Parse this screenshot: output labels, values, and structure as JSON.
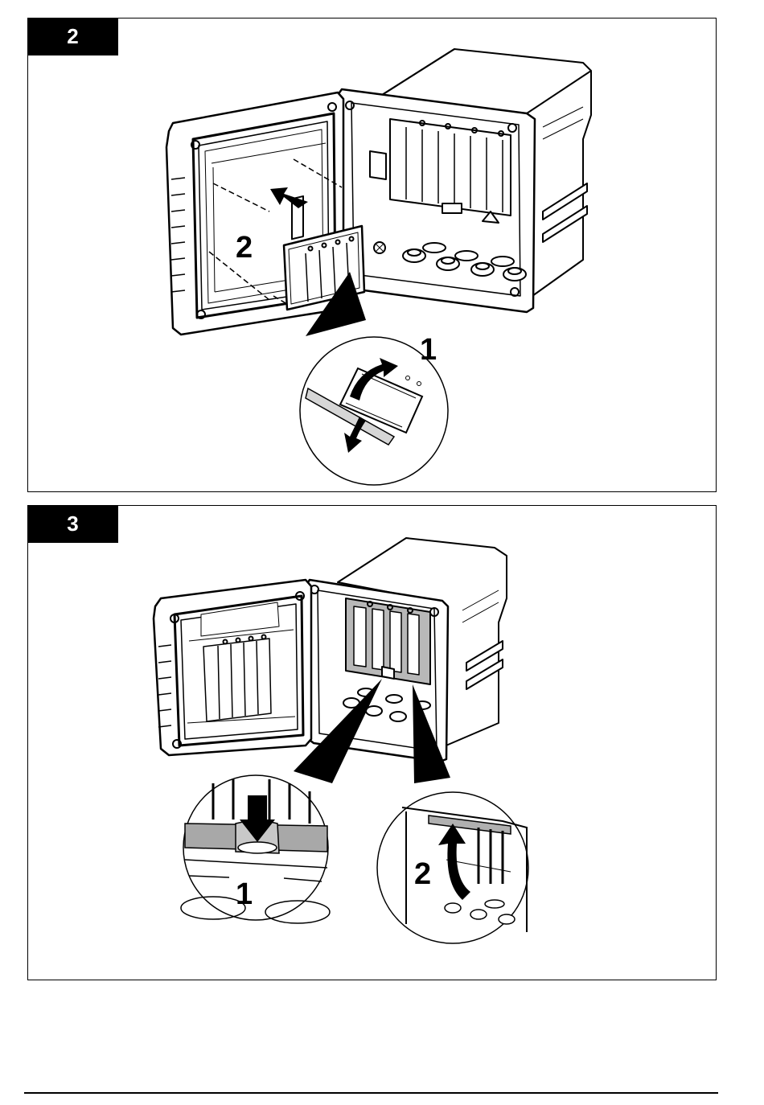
{
  "figures": [
    {
      "step_number": "2",
      "description": "Peel backing from label and attach label inside enclosure door",
      "callouts": [
        "1",
        "2"
      ],
      "colors": {
        "tab_bg": "#000000",
        "tab_text": "#ffffff",
        "line": "#000000",
        "fill_gray": "#bdbdbd"
      }
    },
    {
      "step_number": "3",
      "description": "Press down the latch and lift the module bracket",
      "callouts": [
        "1",
        "2"
      ],
      "colors": {
        "tab_bg": "#000000",
        "tab_text": "#ffffff",
        "line": "#000000",
        "fill_gray": "#a8a8a8"
      }
    }
  ]
}
